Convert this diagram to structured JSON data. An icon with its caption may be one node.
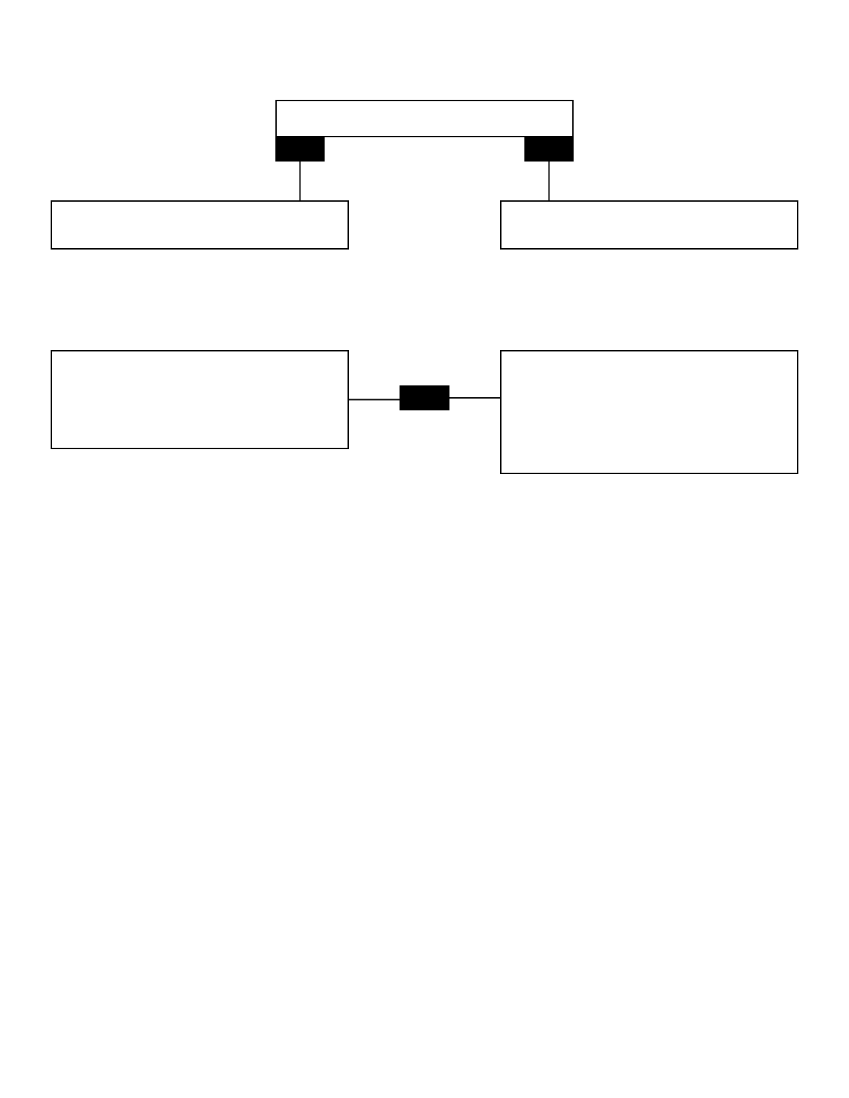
{
  "diagram": {
    "nodes": [
      {
        "text": [],
        "shape": "box"
      },
      {
        "text": [],
        "shape": "bar"
      },
      {
        "text": [],
        "shape": "bar"
      },
      {
        "text": [],
        "shape": "box"
      },
      {
        "text": [],
        "shape": "box"
      },
      {
        "text": [],
        "shape": "box"
      },
      {
        "text": [],
        "shape": "bar"
      },
      {
        "text": [],
        "shape": "box"
      }
    ],
    "edges": [
      {
        "from": 1,
        "to": 3,
        "arrow": "none"
      },
      {
        "from": 2,
        "to": 4,
        "arrow": "none"
      },
      {
        "from": 5,
        "to": 6,
        "arrow": "none"
      },
      {
        "from": 6,
        "to": 7,
        "arrow": "none"
      }
    ]
  }
}
